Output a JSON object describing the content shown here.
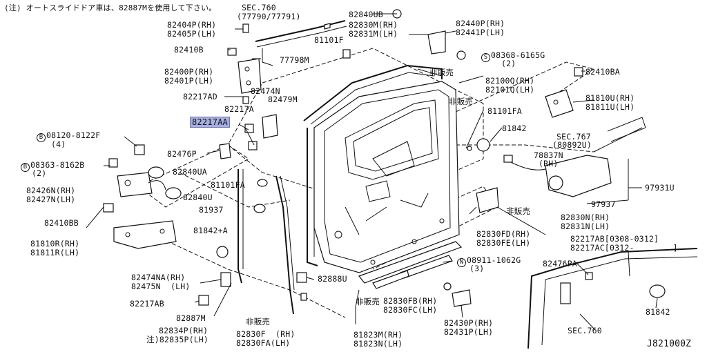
{
  "note": "(注) オートスライドドア車は、82887Mを使用して下さい。",
  "diagram_code": "J821000Z",
  "highlighted_part": "82217AA",
  "labels": {
    "sec760_top": "SEC.760",
    "sec760_top_ref": "(77790/77791)",
    "p82840UB": "82840UB",
    "p82830M": "82830M(RH)",
    "p82831M": "82831M(LH)",
    "p82440P": "82440P(RH)",
    "p82441P": "82441P(LH)",
    "p82404P": "82404P(RH)",
    "p82405P": "82405P(LH)",
    "p81101F": "81101F",
    "p82410B": "82410B",
    "s08368_code": "08368-6165G",
    "s08368_qty": "(2)",
    "s08368_mark": "S",
    "p77798M": "77798M",
    "p82400P": "82400P(RH)",
    "p82401P": "82401P(LH)",
    "p82474N": "82474N",
    "hanbai1": "非販売",
    "p82100Q": "82100Q(RH)",
    "p82101Q": "82101Q(LH)",
    "p82410BA": "82410BA",
    "p82217AD": "82217AD",
    "p82217A": "82217A",
    "p82479M": "82479M",
    "hanbai2": "非販売",
    "p81810U": "81810U(RH)",
    "p81811U": "81811U(LH)",
    "p81101FA_r": "81101FA",
    "p82217AA": "82217AA",
    "b08120_code": "08120-8122F",
    "b08120_qty": "(4)",
    "b08120_mark": "B",
    "p81842_r": "81842",
    "sec767": "SEC.767",
    "sec767_ref": "(80892U)",
    "p82476P": "82476P",
    "p78837N": "78837N",
    "p78837N_side": "(RH)",
    "b08363_code": "08363-8162B",
    "b08363_qty": "(2)",
    "b08363_mark": "B",
    "p82840UA": "82840UA",
    "p97931U": "97931U",
    "p82426N": "82426N(RH)",
    "p82427N": "82427N(LH)",
    "p81101FA_l": "81101FA",
    "p82840U": "82840U",
    "p97937": "97937",
    "p81937": "81937",
    "hanbai3": "非販売",
    "p82410BB": "82410BB",
    "p82830N": "82830N(RH)",
    "p82831N": "82831N(LH)",
    "p81842A": "81842+A",
    "p82830FD": "82830FD(RH)",
    "p82830FE": "82830FE(LH)",
    "p81810R": "81810R(RH)",
    "p81811R": "81811R(LH)",
    "p82217AB_r": "82217AB[0308-0312]",
    "p82217AC": "82217AC[0312-",
    "p82217AC_end": "]",
    "n08911_code": "08911-1062G",
    "n08911_qty": "(3)",
    "n08911_mark": "N",
    "p82474NA": "82474NA(RH)",
    "p82475N": "82475N  (LH)",
    "p82476PA": "82476PA",
    "p82888U": "82888U",
    "p82217AB_l": "82217AB",
    "hanbai4": "非販売",
    "p82830FB": "82830FB(RH)",
    "p82830FC": "82830FC(LH)",
    "p81842_b": "81842",
    "p82887M": "82887M",
    "hanbai5": "非販売",
    "p82430P": "82430P(RH)",
    "p82431P": "82431P(LH)",
    "p82834P": "82834P(RH)",
    "p82835P": "注)82835P(LH)",
    "p82830F": "82830F  (RH)",
    "p82830FA": "82830FA(LH)",
    "p81823M": "81823M(RH)",
    "p81823N": "81823N(LH)",
    "sec760_bottom": "SEC.760"
  }
}
